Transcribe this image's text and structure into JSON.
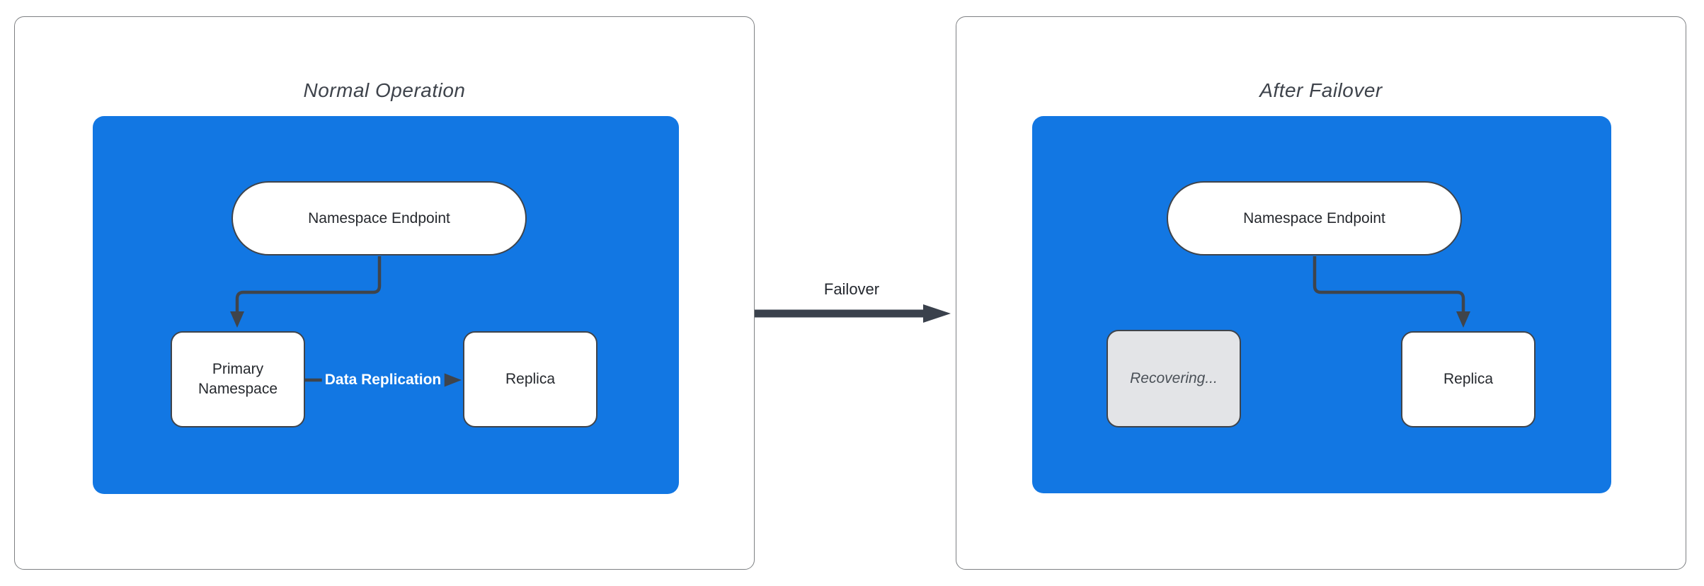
{
  "diagram": {
    "failover_label": "Failover",
    "panels": [
      {
        "title": "Normal Operation",
        "endpoint_label": "Namespace Endpoint",
        "primary_label": "Primary Namespace",
        "replica_label": "Replica",
        "replication_label": "Data Replication"
      },
      {
        "title": "After Failover",
        "endpoint_label": "Namespace Endpoint",
        "recovering_label": "Recovering...",
        "replica_label": "Replica"
      }
    ]
  },
  "colors": {
    "cluster_blue": "#1277E3",
    "node_fill": "#FFFFFF",
    "node_border": "#3F444B",
    "node_text": "#26292E",
    "edge_color": "#3F444B",
    "failover_arrow_color": "#3A414C",
    "recovering_fill": "#E3E4E7",
    "recovering_text": "#4B5158",
    "title_color": "#3E434B",
    "panel_border": "#7E8083",
    "replication_label_text": "#FFFFFF",
    "background": "#FFFFFF"
  }
}
